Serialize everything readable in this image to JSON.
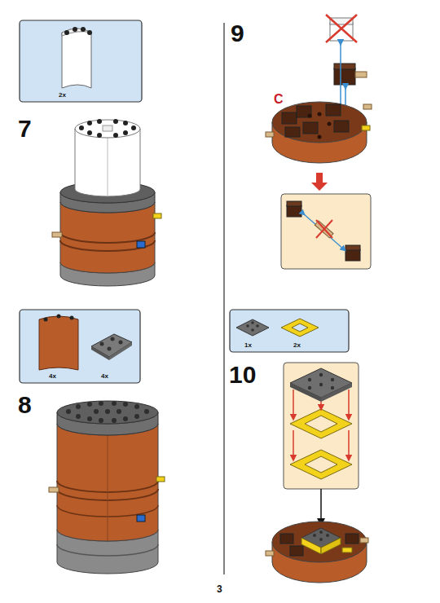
{
  "diagram": {
    "labels": [
      "2x",
      "7",
      "4x",
      "4x",
      "8",
      "9",
      "C",
      "1x",
      "2x",
      "10",
      "3"
    ]
  }
}
